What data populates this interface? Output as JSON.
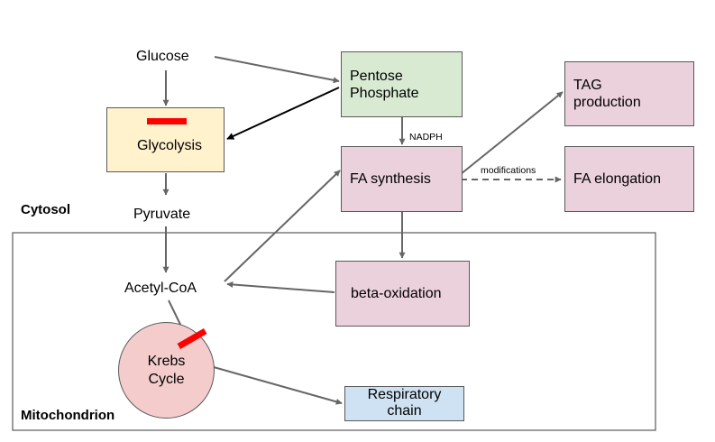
{
  "colors": {
    "glycolysis_fill": "#fff2cc",
    "pentose_fill": "#d9ead3",
    "pink_fill": "#ead1dc",
    "krebs_fill": "#f4cccc",
    "respiratory_fill": "#cfe2f3",
    "inhibitor": "#ff0000",
    "arrow": "#666666"
  },
  "nodes": {
    "glucose": "Glucose",
    "pyruvate": "Pyruvate",
    "acetyl_coa": "Acetyl-CoA",
    "glycolysis": "Glycolysis",
    "pentose_phosphate": [
      "Pentose",
      "Phosphate"
    ],
    "fa_synthesis": "FA synthesis",
    "tag_production": [
      "TAG",
      "production"
    ],
    "fa_elongation": "FA elongation",
    "beta_oxidation": "beta-oxidation",
    "krebs_cycle": [
      "Krebs",
      "Cycle"
    ],
    "respiratory_chain": [
      "Respiratory",
      "chain"
    ]
  },
  "edge_labels": {
    "nadph": "NADPH",
    "modifications": "modifications"
  },
  "compartments": {
    "cytosol": "Cytosol",
    "mitochondrion": "Mitochondrion"
  }
}
